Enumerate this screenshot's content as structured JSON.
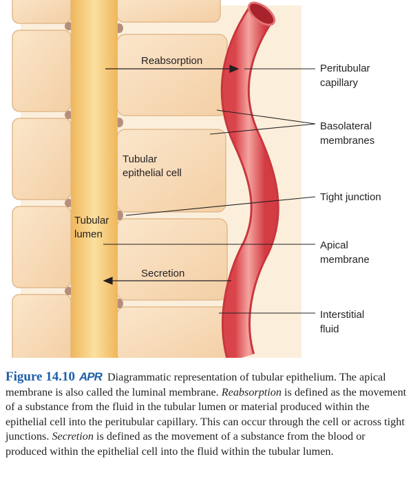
{
  "labels": {
    "reabsorption": "Reabsorption",
    "tubular_epithelial_cell": [
      "Tubular",
      "epithelial cell"
    ],
    "tubular_lumen": [
      "Tubular",
      "lumen"
    ],
    "secretion": "Secretion",
    "peritubular_capillary": [
      "Peritubular",
      "capillary"
    ],
    "basolateral_membranes": [
      "Basolateral",
      "membranes"
    ],
    "tight_junction": "Tight junction",
    "apical_membrane": [
      "Apical",
      "membrane"
    ],
    "interstitial_fluid": [
      "Interstitial",
      "fluid"
    ]
  },
  "caption": {
    "figure_number": "Figure 14.10",
    "badge": "APR",
    "title": "Diagrammatic representation of tubular epithelium.",
    "text_1": "The apical membrane is also called the luminal membrane.",
    "term_reabsorption": "Reabsorption",
    "text_2": "is defined as the movement of a substance from the fluid in the tubular lumen or material produced within the epithelial cell into the peritubular capillary. This can occur through the cell or across tight junctions.",
    "term_secretion": "Secretion",
    "text_3": "is defined as the movement of a substance from the blood or produced within the epithelial cell into the fluid within the tubular lumen."
  },
  "colors": {
    "cell_fill": "#f8dcbb",
    "cell_stroke": "#e2b98c",
    "interstitial": "#fbefdc",
    "lumen": "#f3c36c",
    "capillary": "#e8595a",
    "accent_blue": "#1f5fa8"
  }
}
